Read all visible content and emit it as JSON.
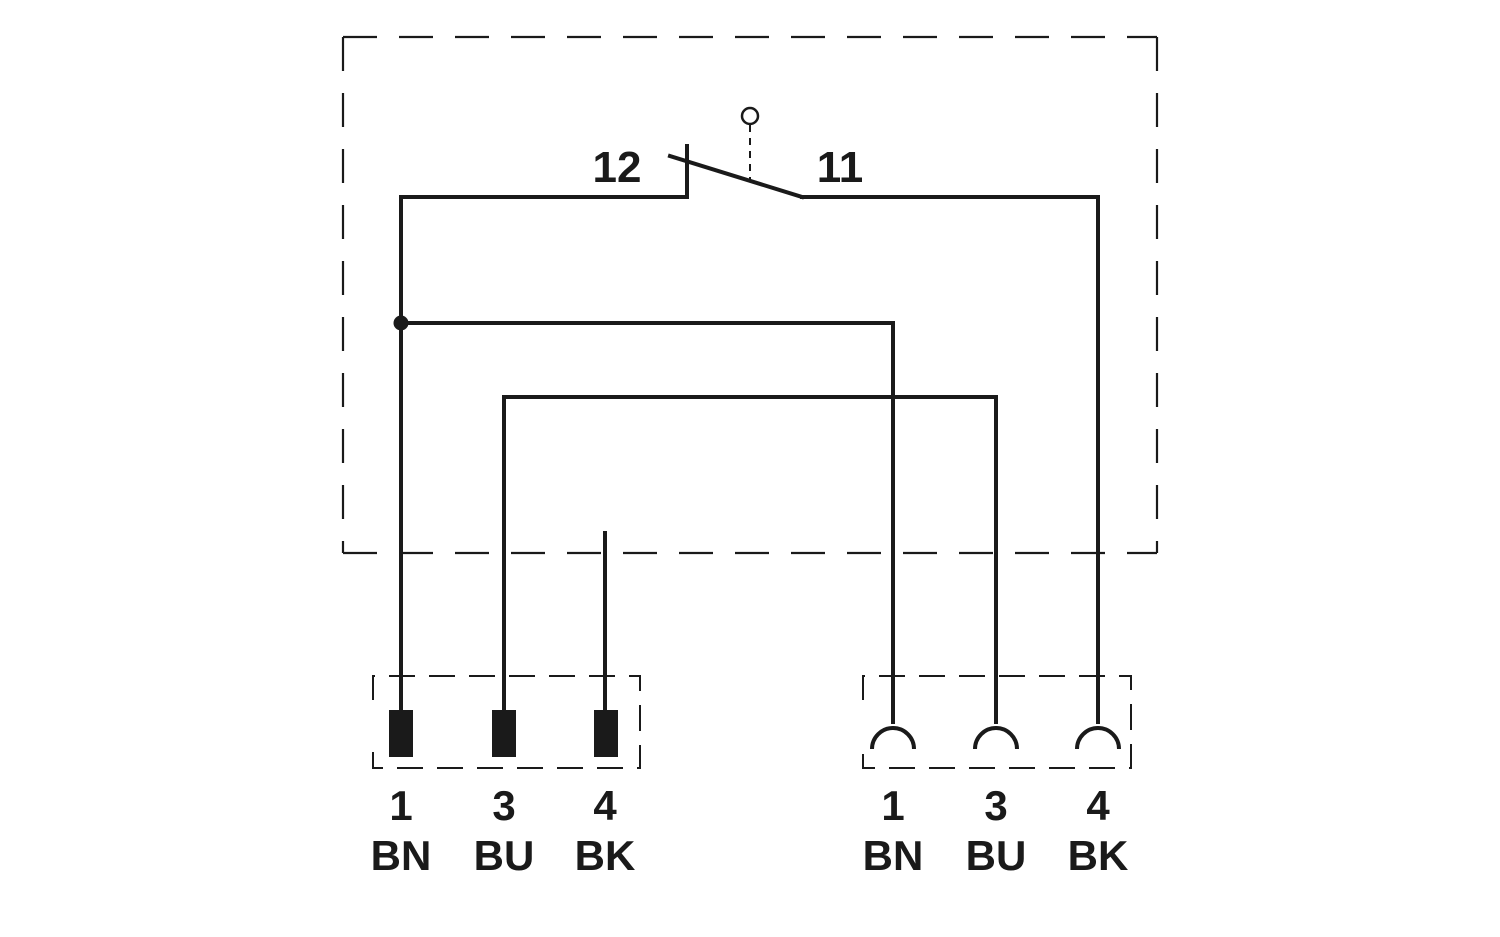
{
  "switch": {
    "terminal_left": "12",
    "terminal_right": "11"
  },
  "connector_left": {
    "type": "male",
    "pins": [
      {
        "number": "1",
        "color": "BN"
      },
      {
        "number": "3",
        "color": "BU"
      },
      {
        "number": "4",
        "color": "BK"
      }
    ]
  },
  "connector_right": {
    "type": "female",
    "pins": [
      {
        "number": "1",
        "color": "BN"
      },
      {
        "number": "3",
        "color": "BU"
      },
      {
        "number": "4",
        "color": "BK"
      }
    ]
  }
}
